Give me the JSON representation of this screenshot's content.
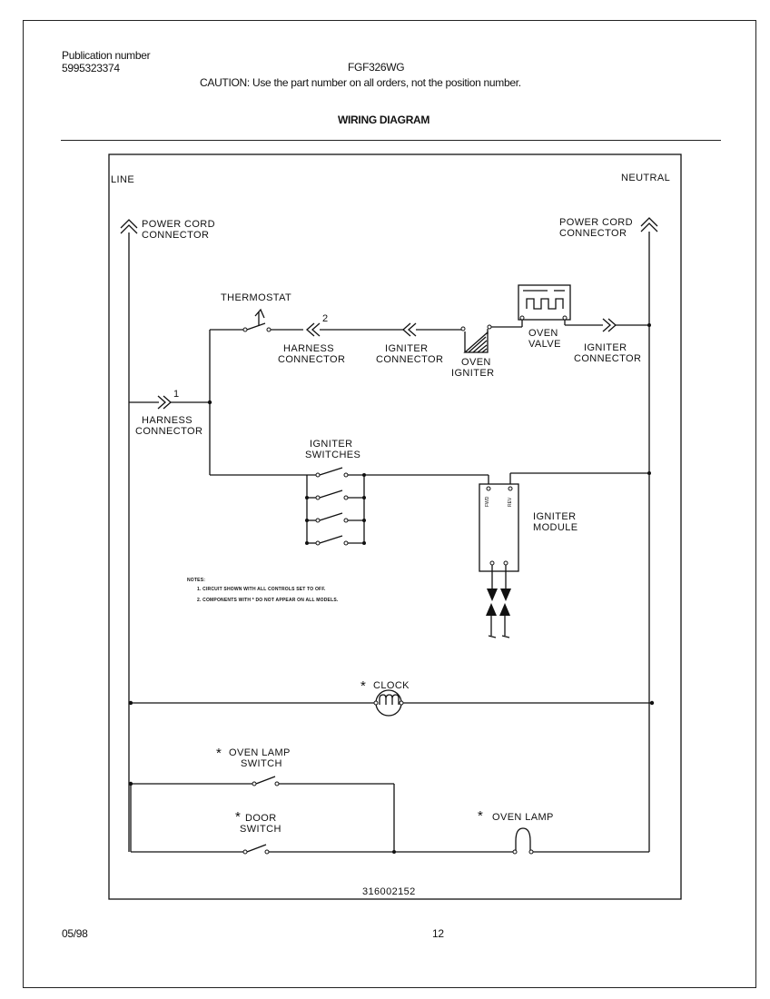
{
  "header": {
    "publication_label": "Publication number",
    "publication_number": "5995323374",
    "model": "FGF326WG",
    "caution": "CAUTION:  Use the part number on all orders, not the position number.",
    "title": "WIRING DIAGRAM"
  },
  "diagram": {
    "line": "LINE",
    "neutral": "NEUTRAL",
    "power_cord_connector_left": [
      "POWER CORD",
      "CONNECTOR"
    ],
    "power_cord_connector_right": [
      "POWER CORD",
      "CONNECTOR"
    ],
    "thermostat": "THERMOSTAT",
    "harness_connector_top": [
      "HARNESS",
      "CONNECTOR"
    ],
    "harness_connector_top_number": "2",
    "harness_connector_left": [
      "HARNESS",
      "CONNECTOR"
    ],
    "harness_connector_left_number": "1",
    "igniter_connector_mid": [
      "IGNITER",
      "CONNECTOR"
    ],
    "igniter_connector_right": [
      "IGNITER",
      "CONNECTOR"
    ],
    "oven_igniter": [
      "OVEN",
      "IGNITER"
    ],
    "oven_valve": [
      "OVEN",
      "VALVE"
    ],
    "igniter_switches": [
      "IGNITER",
      "SWITCHES"
    ],
    "igniter_module": [
      "IGNITER",
      "MODULE"
    ],
    "module_pin_left": "FWD",
    "module_pin_right": "REV",
    "notes": {
      "heading": "NOTES:",
      "items": [
        "1. CIRCUIT SHOWN WITH ALL CONTROLS SET TO OFF.",
        "2. COMPONENTS WITH * DO NOT APPEAR ON ALL MODELS."
      ]
    },
    "clock": "CLOCK",
    "oven_lamp_switch": [
      "OVEN LAMP",
      "SWITCH"
    ],
    "door_switch": [
      "DOOR",
      "SWITCH"
    ],
    "oven_lamp": "OVEN LAMP",
    "optional_mark": "*",
    "drawing_number": "316002152"
  },
  "footer": {
    "date": "05/98",
    "page": "12"
  }
}
